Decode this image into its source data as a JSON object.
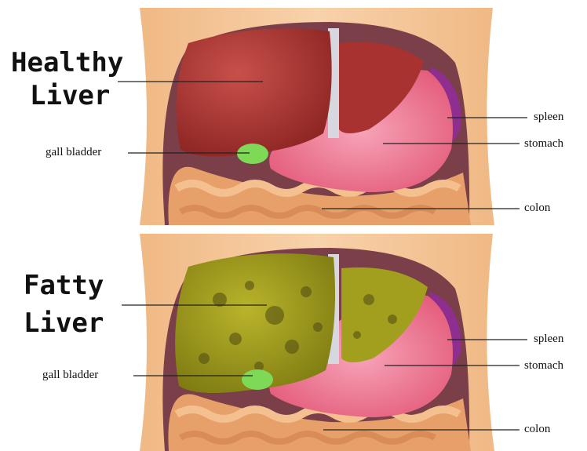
{
  "colors": {
    "skin": "#f4c79a",
    "cavity": "#8f4f5a",
    "healthy_liver": "#b33a35",
    "fatty_liver": "#9c9a1c",
    "stomach": "#ef7f98",
    "spleen": "#8e2e8e",
    "gall_bladder": "#7ed957",
    "intestine": "#e8a870"
  },
  "panels": [
    {
      "title_line1": "Healthy",
      "title_line2": "Liver",
      "labels": {
        "gall_bladder": "gall bladder",
        "spleen": "spleen",
        "stomach": "stomach",
        "colon": "colon"
      }
    },
    {
      "title_line1": "Fatty",
      "title_line2": "Liver",
      "labels": {
        "gall_bladder": "gall bladder",
        "spleen": "spleen",
        "stomach": "stomach",
        "colon": "colon"
      }
    }
  ]
}
